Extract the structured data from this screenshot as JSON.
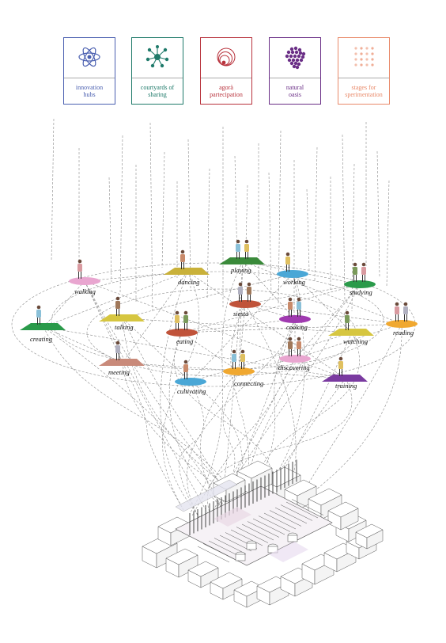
{
  "legend": [
    {
      "label": "innovation hubs",
      "color": "#4a5fb0",
      "icon": "atom-icon"
    },
    {
      "label": "courtyards of sharing",
      "color": "#1f7a6a",
      "icon": "network-icon"
    },
    {
      "label": "agorà partecipation",
      "color": "#b8323c",
      "icon": "concentric-rings-icon"
    },
    {
      "label": "natural oasis",
      "color": "#6a2e86",
      "icon": "dot-cluster-icon"
    },
    {
      "label": "stages for sperimentation",
      "color": "#e98a6a",
      "icon": "dot-grid-icon"
    }
  ],
  "activities": [
    {
      "label": "dancing",
      "color": "#c9b13a"
    },
    {
      "label": "playing",
      "color": "#3a8a3a"
    },
    {
      "label": "working",
      "color": "#4aa7d6"
    },
    {
      "label": "studying",
      "color": "#2a9a4a"
    },
    {
      "label": "walking",
      "color": "#e9a6d0"
    },
    {
      "label": "siesta",
      "color": "#c0533a"
    },
    {
      "label": "talking",
      "color": "#d6c640"
    },
    {
      "label": "cooking",
      "color": "#a03ab0"
    },
    {
      "label": "creating",
      "color": "#2a9a4a"
    },
    {
      "label": "eating",
      "color": "#c0533a"
    },
    {
      "label": "watching",
      "color": "#d6c640"
    },
    {
      "label": "reading",
      "color": "#f0a830"
    },
    {
      "label": "meeting",
      "color": "#c98a7a"
    },
    {
      "label": "discovering",
      "color": "#e9a6d0"
    },
    {
      "label": "cultivating",
      "color": "#4aa7d6"
    },
    {
      "label": "connecting",
      "color": "#f0a830"
    },
    {
      "label": "training",
      "color": "#7a3aa0"
    }
  ]
}
